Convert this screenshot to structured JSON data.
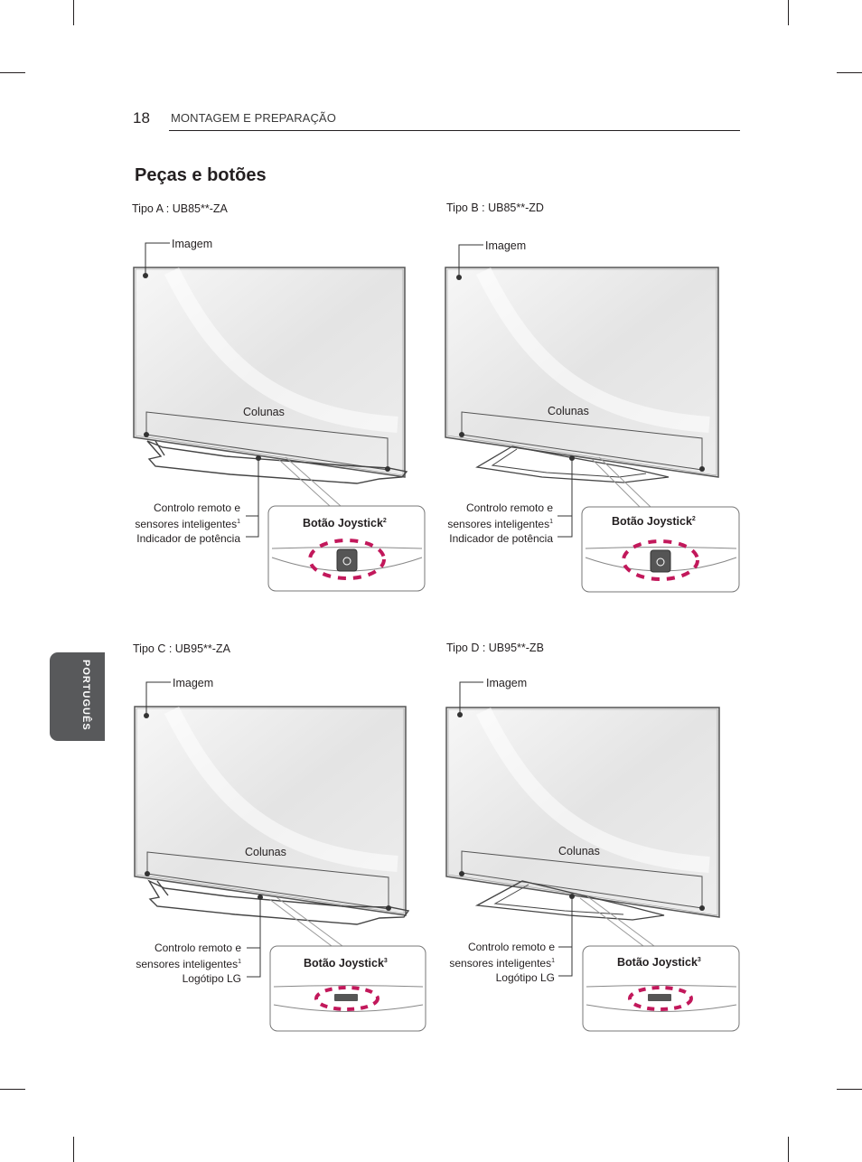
{
  "header": {
    "page_number": "18",
    "section": "MONTAGEM E PREPARAÇÃO"
  },
  "title": "Peças e botões",
  "side_tab": "PORTUGUÊS",
  "panels": [
    {
      "type_label": "Tipo A : UB85**-ZA",
      "screen": "Imagem",
      "speakers": "Colunas",
      "callout_1": "Controlo remoto e",
      "callout_2": "sensores inteligentes",
      "callout_2_sup": "1",
      "callout_3": "Indicador de potência",
      "joystick": "Botão Joystick",
      "joystick_sup": "2"
    },
    {
      "type_label": "Tipo B : UB85**-ZD",
      "screen": "Imagem",
      "speakers": "Colunas",
      "callout_1": "Controlo remoto e",
      "callout_2": "sensores inteligentes",
      "callout_2_sup": "1",
      "callout_3": "Indicador de potência",
      "joystick": "Botão Joystick",
      "joystick_sup": "2"
    },
    {
      "type_label": "Tipo C : UB95**-ZA",
      "screen": "Imagem",
      "speakers": "Colunas",
      "callout_1": "Controlo remoto e",
      "callout_2": "sensores inteligentes",
      "callout_2_sup": "1",
      "callout_3": "Logótipo LG",
      "joystick": "Botão Joystick",
      "joystick_sup": "3"
    },
    {
      "type_label": "Tipo D : UB95**-ZB",
      "screen": "Imagem",
      "speakers": "Colunas",
      "callout_1": "Controlo remoto e",
      "callout_2": "sensores inteligentes",
      "callout_2_sup": "1",
      "callout_3": "Logótipo LG",
      "joystick": "Botão Joystick",
      "joystick_sup": "3"
    }
  ],
  "colors": {
    "accent": "#c2185b",
    "tab": "#58595b",
    "ink": "#231f20"
  }
}
